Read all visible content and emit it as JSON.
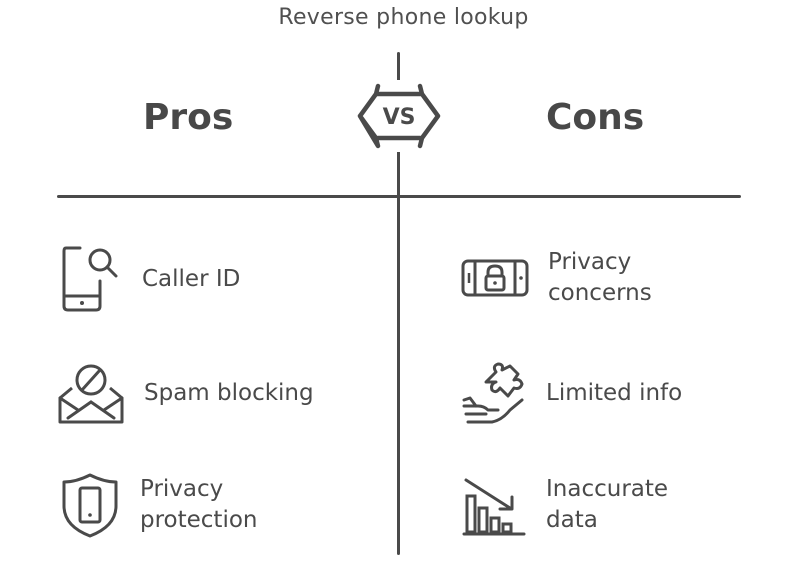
{
  "title": "Reverse phone lookup",
  "vs_label": "VS",
  "pros": {
    "heading": "Pros",
    "items": [
      {
        "label": "Caller ID",
        "icon": "phone-search-icon"
      },
      {
        "label": "Spam blocking",
        "icon": "envelope-block-icon"
      },
      {
        "label": "Privacy protection",
        "icon": "shield-phone-icon"
      }
    ]
  },
  "cons": {
    "heading": "Cons",
    "items": [
      {
        "label": "Privacy concerns",
        "icon": "phone-lock-icon"
      },
      {
        "label": "Limited info",
        "icon": "hand-puzzle-icon"
      },
      {
        "label": "Inaccurate data",
        "icon": "declining-chart-icon"
      }
    ]
  },
  "colors": {
    "ink": "#4a4a4a",
    "background": "#ffffff"
  }
}
